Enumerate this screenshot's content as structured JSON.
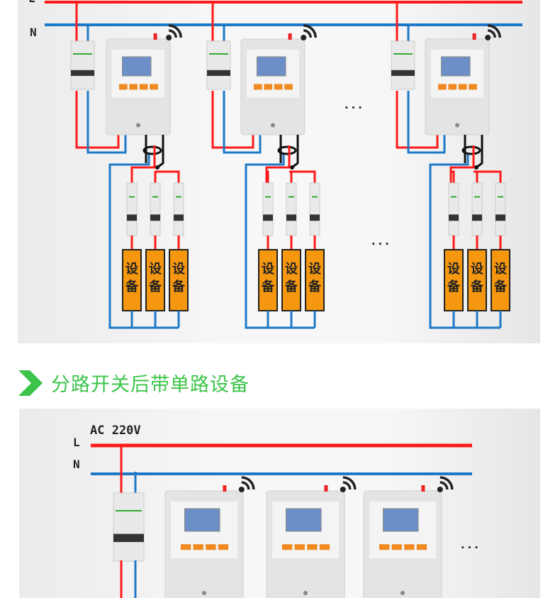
{
  "top_diagram": {
    "line_labels": {
      "L": "L",
      "N": "N"
    },
    "equipment_label": "设备",
    "ellipsis": "..."
  },
  "section_heading": {
    "icon": "chevron-right-icon",
    "text": "分路开关后带单路设备"
  },
  "bottom_diagram": {
    "supply_label": "AC 220V",
    "line_labels": {
      "L": "L",
      "N": "N"
    },
    "ellipsis": "..."
  },
  "colors": {
    "live": "#ff1a1a",
    "neutral": "#1e78c8",
    "accent": "#3cc44a",
    "equipment": "#f5980f"
  }
}
